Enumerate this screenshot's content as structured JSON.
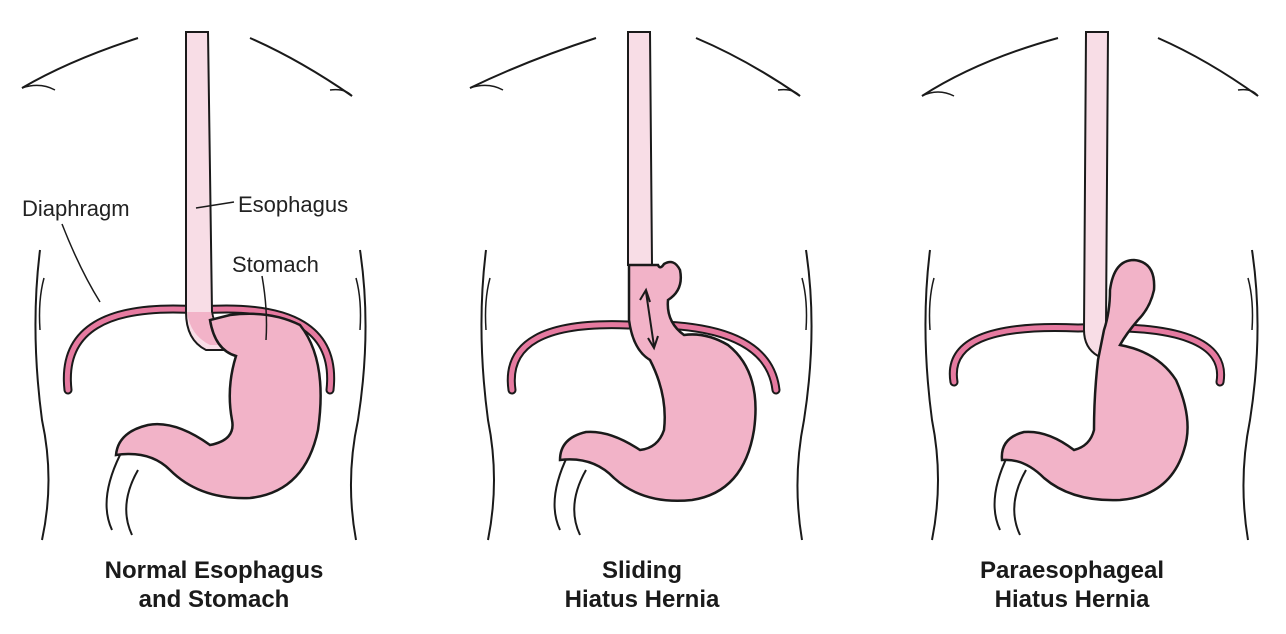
{
  "colors": {
    "tissue": "#f2b3c8",
    "esophagus_upper": "#f8dde6",
    "outline": "#1a1a1a",
    "background": "#ffffff"
  },
  "labels": {
    "diaphragm": "Diaphragm",
    "esophagus": "Esophagus",
    "stomach": "Stomach"
  },
  "panels": [
    {
      "caption_line1": "Normal Esophagus",
      "caption_line2": "and Stomach"
    },
    {
      "caption_line1": "Sliding",
      "caption_line2": "Hiatus Hernia"
    },
    {
      "caption_line1": "Paraesophageal",
      "caption_line2": "Hiatus Hernia"
    }
  ]
}
